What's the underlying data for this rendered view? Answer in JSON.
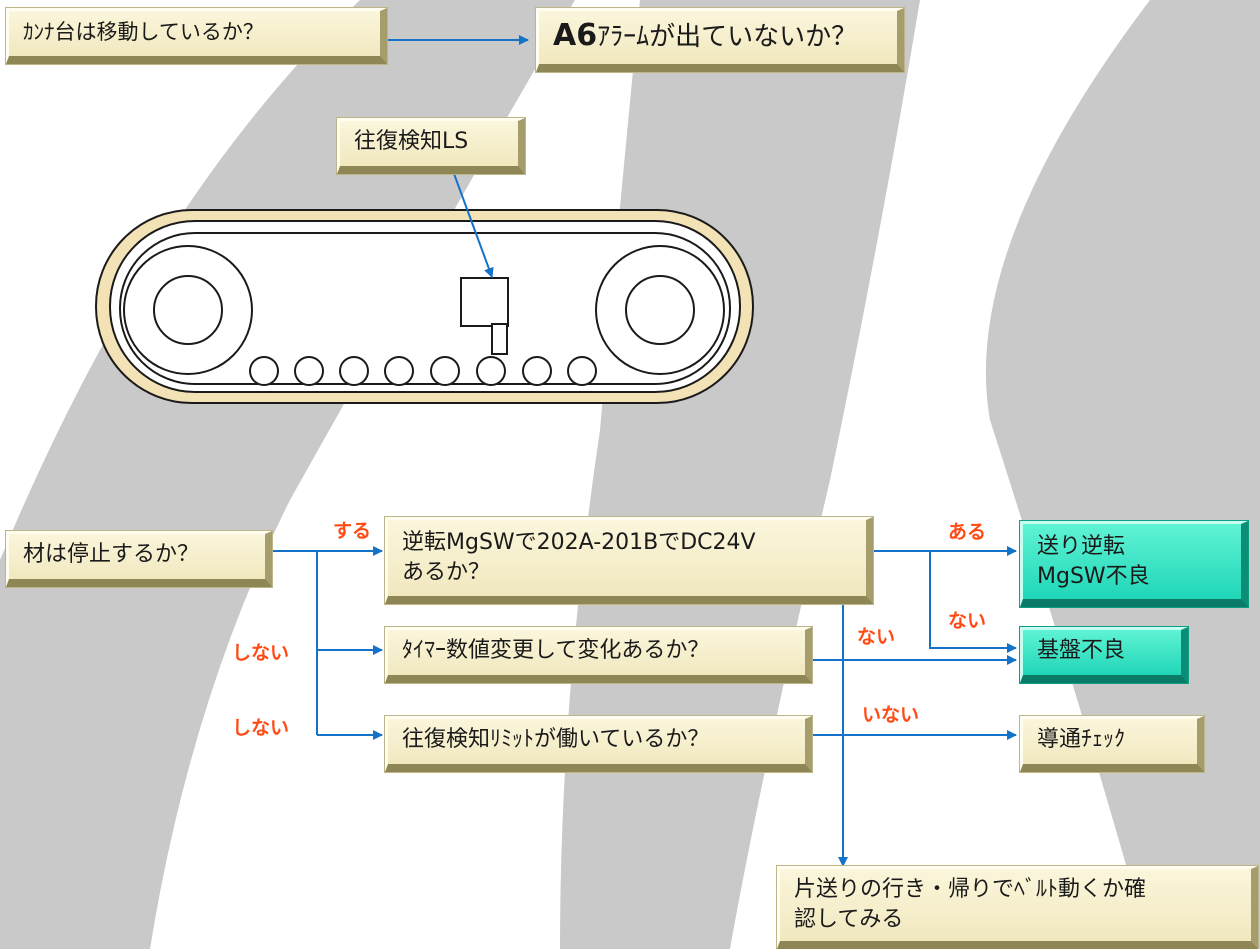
{
  "colors": {
    "arrow": "#1473c9",
    "label": "#ff4a14",
    "box_bg": "#f5eecb",
    "box_green": "#30e2c4",
    "background_shape": "#c9c9c9"
  },
  "boxes": {
    "kanna_moving": "ｶﾝﾅ台は移動しているか？",
    "a6_alarm_strong": "A6",
    "a6_alarm_rest": "ｱﾗｰﾑが出ていないか？",
    "reciprocation_ls": "往復検知LS",
    "material_stops": "材は停止するか？",
    "reverse_mgsw_line1": "逆転MgSWで202A-201BでDC24V",
    "reverse_mgsw_line2": "あるか？",
    "timer_change": "ﾀｲﾏｰ数値変更して変化あるか？",
    "limit_working": "往復検知ﾘﾐｯﾄが働いているか？",
    "feed_reverse_line1": "送り逆転",
    "feed_reverse_line2": "MgSW不良",
    "board_defect": "基盤不良",
    "continuity_check": "導通ﾁｪｯｸ",
    "one_way_line1": "片送りの行き・帰りでﾍﾞﾙﾄ動くか確",
    "one_way_line2": "認してみる"
  },
  "labels": {
    "suru": "する",
    "shinai_1": "しない",
    "shinai_2": "しない",
    "aru": "ある",
    "nai_1": "ない",
    "nai_2": "ない",
    "inai": "いない"
  }
}
